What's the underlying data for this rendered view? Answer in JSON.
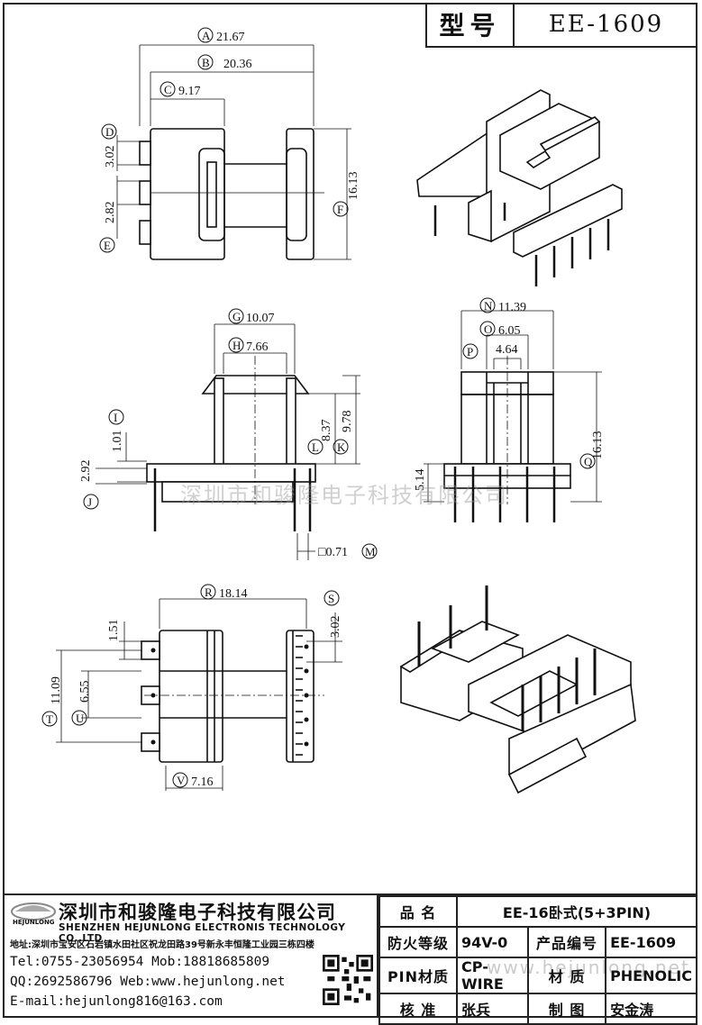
{
  "header": {
    "label": "型号",
    "model": "EE-1609"
  },
  "dimensions": {
    "A": "21.67",
    "B": "20.36",
    "C": "9.17",
    "D": "3.02",
    "E": "2.82",
    "F": "16.13",
    "G": "10.07",
    "H": "7.66",
    "I": "1.01",
    "J": "2.92",
    "K": "9.78",
    "L": "8.37",
    "M": "□0.71",
    "N": "11.39",
    "O": "6.05",
    "P": "4.64",
    "Q": "16.13",
    "Q2": "5.14",
    "R": "18.14",
    "S": "3.02",
    "T": "11.09",
    "U": "6.55",
    "V": "7.16",
    "W": "1.51"
  },
  "watermark": "深圳市和骏隆电子科技有限公司",
  "watermark2": "www.hejunlong.net",
  "company": {
    "logo_text": "HEJUNLONG",
    "name_cn": "深圳市和骏隆电子科技有限公司",
    "name_en": "SHENZHEN HEJUNLONG ELECTRONIS TECHNOLOGY CO.,LTD",
    "address": "地址:深圳市宝安区石岩镇水田社区祝龙田路39号新永丰恒隆工业园三栋四楼",
    "tel": "Tel:0755-23056954  Mob:18818685809",
    "qq": "QQ:2692586796 Web:www.hejunlong.net",
    "email": "E-mail:hejunlong816@163.com"
  },
  "info": {
    "product_label": "品  名",
    "product_value": "EE-16卧式(5+3PIN)",
    "fire_label": "防火等级",
    "fire_value": "94V-0",
    "code_label": "产品编号",
    "code_value": "EE-1609",
    "pin_label": "PIN材质",
    "pin_value": "CP-WIRE",
    "material_label": "材  质",
    "material_value": "PHENOLIC",
    "check_label": "核  准",
    "check_value": "张兵",
    "draw_label": "制  图",
    "draw_value": "安金涛"
  }
}
